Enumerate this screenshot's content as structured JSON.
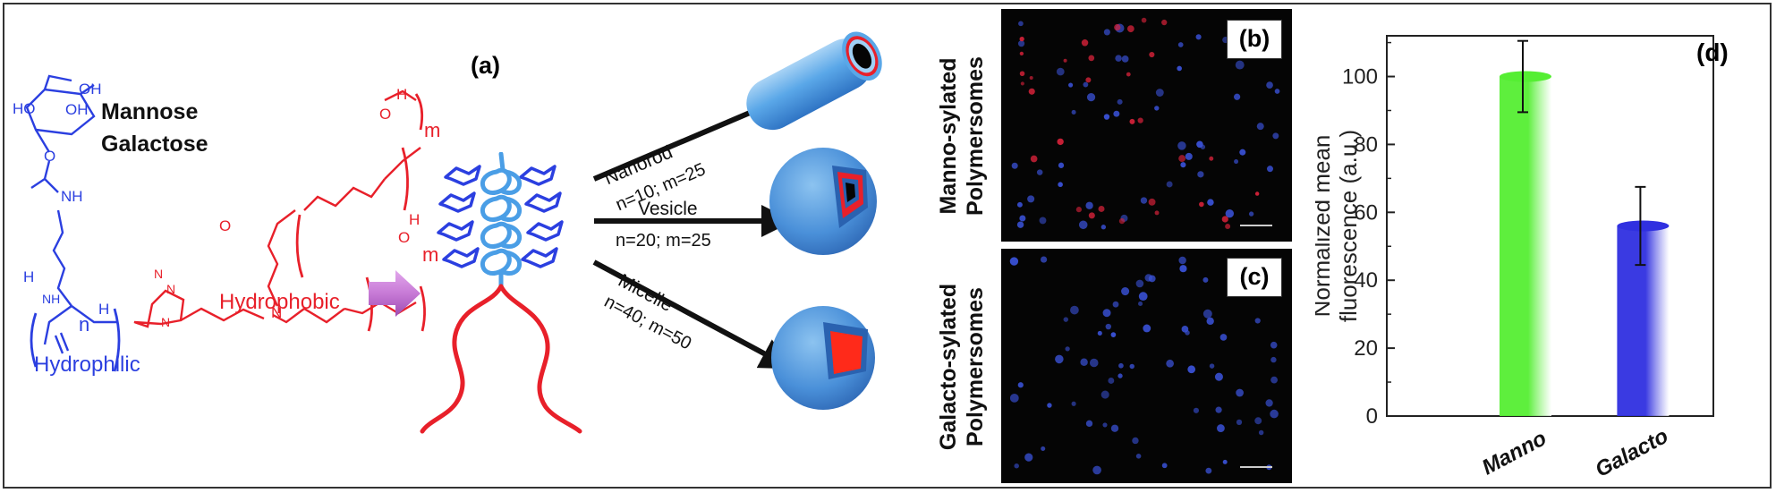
{
  "structure": {
    "sugar_line1": "Mannose",
    "sugar_line2": "Galactose",
    "hydrophilic": "Hydrophilic",
    "hydrophobic": "Hydrophobic",
    "atoms": {
      "oh1": "OH",
      "oh2": "OH",
      "ho": "HO",
      "o": "O",
      "nh_carbamate": "NH",
      "h_left": "H",
      "nh_amide": "NH",
      "n_sub": "n",
      "h_nh": "H",
      "n_tri1": "N",
      "n_tri2": "N",
      "n_tri3": "N",
      "n_amine": "N",
      "o_ester1": "O",
      "o_ester2": "O",
      "o_top": "O",
      "h_top": "H",
      "m_top": "m",
      "o_bot": "O",
      "h_bot": "H",
      "m_bot": "m"
    }
  },
  "panel_a": {
    "label": "(a)",
    "arrows": [
      {
        "name": "Nanorod",
        "params": "n=10; m=25"
      },
      {
        "name": "Vesicle",
        "params": "n=20; m=25"
      },
      {
        "name": "Micelle",
        "params": "n=40; m=50"
      }
    ]
  },
  "panel_b": {
    "label": "(b)",
    "side_line1": "Manno-sylated",
    "side_line2": "Polymersomes"
  },
  "panel_c": {
    "label": "(c)",
    "side_line1": "Galacto-sylated",
    "side_line2": "Polymersomes"
  },
  "panel_d": {
    "label": "(d)"
  },
  "colors": {
    "hydrophilic": "#2b3fe0",
    "hydrophobic": "#e8202a",
    "arrow_fill": "#c77ad6",
    "manno_bar": "#55ee33",
    "galacto_bar": "#3030e0",
    "sphere_blue": "#4a90d9"
  },
  "chart_data": {
    "type": "bar",
    "categories": [
      "Manno",
      "Galacto"
    ],
    "values": [
      100,
      56
    ],
    "errors": [
      10.5,
      11.5
    ],
    "ylabel": "Normalized mean fluorescence (a.u.)",
    "ylim": [
      0,
      112
    ],
    "yticks": [
      0,
      20,
      40,
      60,
      80,
      100
    ],
    "colors": [
      "#55ee33",
      "#3030e0"
    ],
    "grid": false
  }
}
